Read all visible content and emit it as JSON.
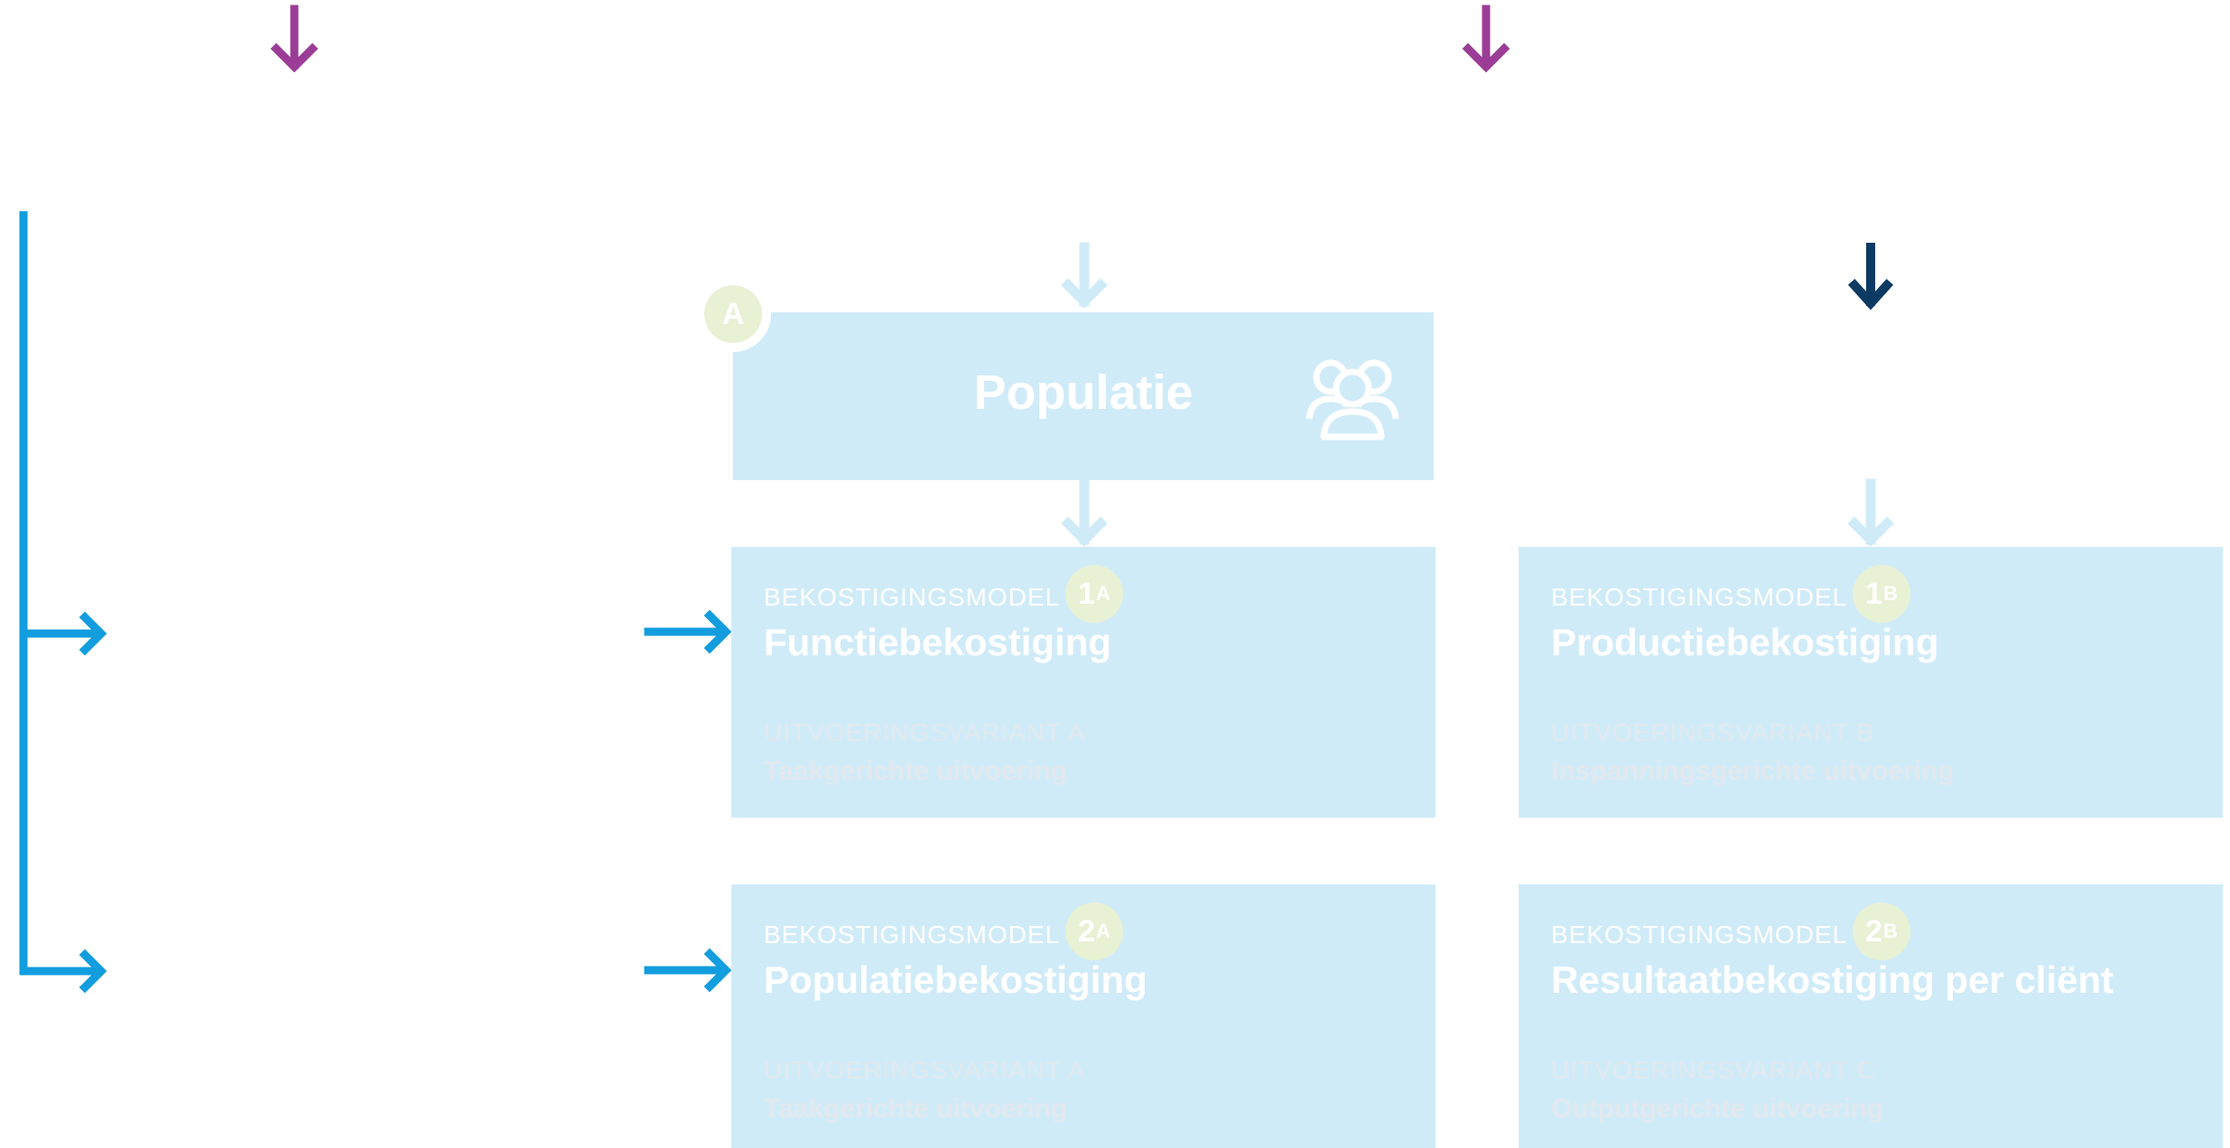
{
  "colors": {
    "purple_arrow": "#9b3d96",
    "blue_line": "#129dde",
    "dark_navy_arrow": "#0b3a63",
    "light_blue_box": "#d0ebf8",
    "light_arrow": "#d0ebf8",
    "badge_green": "#e8f1d4"
  },
  "populatie": {
    "badge": "A",
    "title": "Populatie",
    "icon": "people-group-icon"
  },
  "models": [
    {
      "label": "BEKOSTIGINGSMODEL",
      "badge_num": "1",
      "badge_letter": "A",
      "name": "Functiebekostiging",
      "variant_label": "UITVOERINGSVARIANT A",
      "variant_name": "Taakgerichte uitvoering"
    },
    {
      "label": "BEKOSTIGINGSMODEL",
      "badge_num": "1",
      "badge_letter": "B",
      "name": "Productiebekostiging",
      "variant_label": "UITVOERINGSVARIANT B",
      "variant_name": "Inspanningsgerichte uitvoering"
    },
    {
      "label": "BEKOSTIGINGSMODEL",
      "badge_num": "2",
      "badge_letter": "A",
      "name": "Populatiebekostiging",
      "variant_label": "UITVOERINGSVARIANT A",
      "variant_name": "Taakgerichte uitvoering"
    },
    {
      "label": "BEKOSTIGINGSMODEL",
      "badge_num": "2",
      "badge_letter": "B",
      "name": "Resultaatbekostiging per cliënt",
      "variant_label": "UITVOERINGSVARIANT C",
      "variant_name": "Outputgerichte uitvoering"
    }
  ]
}
